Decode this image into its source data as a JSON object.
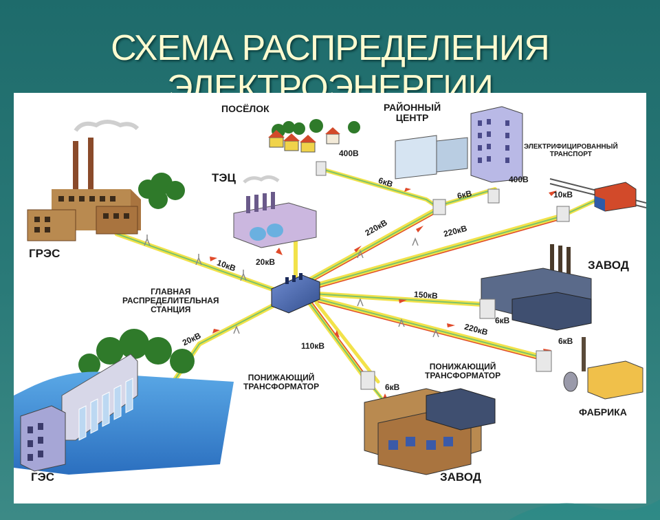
{
  "title": {
    "line1": "СХЕМА РАСПРЕДЕЛЕНИЯ",
    "line2": "ЭЛЕКТРОЭНЕРГИИ"
  },
  "labels": {
    "settlement": "ПОСЁЛОК",
    "district_center_1": "РАЙОННЫЙ",
    "district_center_2": "ЦЕНТР",
    "electric_transport_1": "ЭЛЕКТРИФИЦИРОВАННЫЙ",
    "electric_transport_2": "ТРАНСПОРТ",
    "chp": "ТЭЦ",
    "gres": "ГРЭС",
    "ges": "ГЭС",
    "main_station_1": "ГЛАВНАЯ",
    "main_station_2": "РАСПРЕДЕЛИТЕЛЬНАЯ",
    "main_station_3": "СТАНЦИЯ",
    "plant_right": "ЗАВОД",
    "plant_bottom": "ЗАВОД",
    "factory": "ФАБРИКА",
    "stepdown_left_1": "ПОНИЖАЮЩИЙ",
    "stepdown_left_2": "ТРАНСФОРМАТОР",
    "stepdown_right_1": "ПОНИЖАЮЩИЙ",
    "stepdown_right_2": "ТРАНСФОРМАТОР"
  },
  "voltages": {
    "settlement_400v": "400В",
    "district_400v": "400В",
    "settlement_line": "6кВ",
    "district_line": "6кВ",
    "transport_10kv": "10кВ",
    "line_220_a": "220кВ",
    "line_220_b": "220кВ",
    "chp_20kv": "20кВ",
    "gres_10kv": "10кВ",
    "ges_20kv": "20кВ",
    "line_150kv": "150кВ",
    "plant_right_6kv": "6кВ",
    "line_220_c": "220кВ",
    "factory_6kv": "6кВ",
    "line_110kv": "110кВ",
    "plant_bottom_6kv": "6кВ"
  },
  "colors": {
    "background": "#1e6b6b",
    "title": "#fffbd0",
    "line_yellow": "#f2e24a",
    "line_green": "#7cc36a",
    "line_red": "#e04a2a",
    "water": "#3c8fd6",
    "building_blue": "#4f6fb0",
    "brick": "#9a6a3a"
  }
}
